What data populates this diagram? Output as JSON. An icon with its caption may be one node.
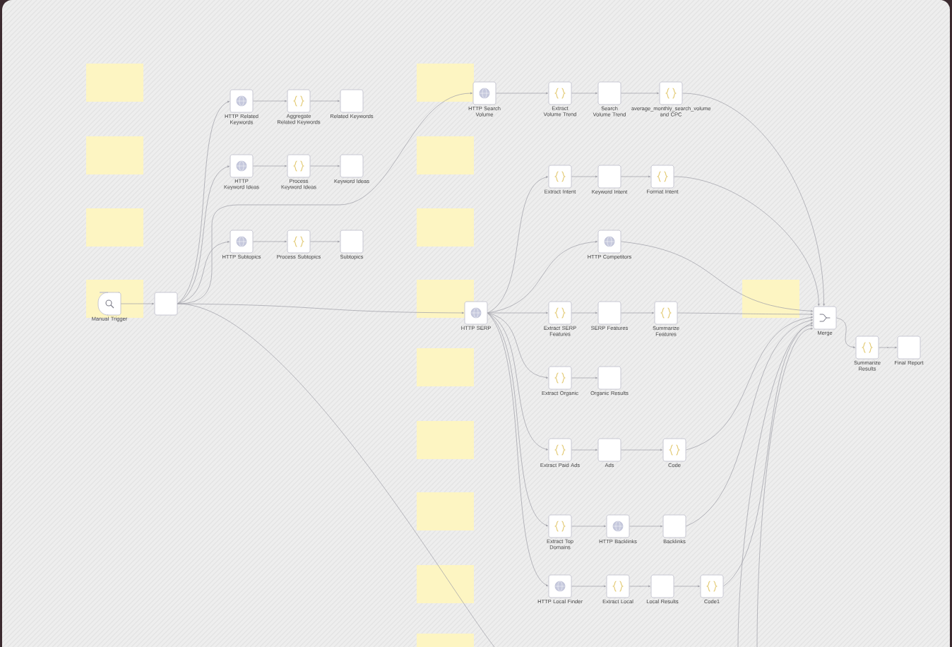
{
  "diagram": {
    "nodes": [
      {
        "text": [
          "Manual Trigger"
        ]
      },
      {
        "text": [],
        "shape": "box"
      },
      {
        "text": [
          "HTTP Related Keywords"
        ]
      },
      {
        "text": [
          "Aggregate Related Keywords"
        ]
      },
      {
        "text": [
          "Related Keywords"
        ]
      },
      {
        "text": [
          "HTTP Keyword Ideas"
        ]
      },
      {
        "text": [
          "Process Keyword Ideas"
        ]
      },
      {
        "text": [
          "Keyword Ideas"
        ]
      },
      {
        "text": [
          "HTTP Subtopics"
        ]
      },
      {
        "text": [
          "Process Subtopics"
        ]
      },
      {
        "text": [
          "Subtopics"
        ]
      },
      {
        "text": [
          "HTTP Search Volume"
        ]
      },
      {
        "text": [
          "Extract Volume Trend"
        ]
      },
      {
        "text": [
          "Search Volume Trend"
        ]
      },
      {
        "text": [
          "average_monthly_search_volume and CPC"
        ]
      },
      {
        "text": [
          "Extract Intent"
        ]
      },
      {
        "text": [
          "Keyword Intent"
        ]
      },
      {
        "text": [
          "Format Intent"
        ]
      },
      {
        "text": [
          "HTTP Competitors"
        ]
      },
      {
        "text": [
          "HTTP SERP"
        ]
      },
      {
        "text": [
          "Extract SERP Features"
        ]
      },
      {
        "text": [
          "SERP Features"
        ]
      },
      {
        "text": [
          "Summarize Features"
        ]
      },
      {
        "text": [
          "Extract Organic"
        ]
      },
      {
        "text": [
          "Organic Results"
        ]
      },
      {
        "text": [
          "Extract Paid Ads"
        ]
      },
      {
        "text": [
          "Ads"
        ]
      },
      {
        "text": [
          "Code"
        ]
      },
      {
        "text": [
          "Extract Top Domains"
        ]
      },
      {
        "text": [
          "HTTP Backlinks"
        ]
      },
      {
        "text": [
          "Backlinks"
        ]
      },
      {
        "text": [
          "HTTP Local Finder"
        ]
      },
      {
        "text": [
          "Extract Local"
        ]
      },
      {
        "text": [
          "Local Results"
        ]
      },
      {
        "text": [
          "Code1"
        ]
      },
      {
        "text": [
          "Merge"
        ]
      },
      {
        "text": [
          "Summarize Results"
        ]
      },
      {
        "text": [
          "Final Report"
        ]
      }
    ],
    "edges": [
      {
        "from": 0,
        "to": 1,
        "arrow": "to"
      },
      {
        "from": 1,
        "to": 2,
        "arrow": "to"
      },
      {
        "from": 1,
        "to": 5,
        "arrow": "to"
      },
      {
        "from": 1,
        "to": 8,
        "arrow": "to"
      },
      {
        "from": 1,
        "to": 11,
        "arrow": "to"
      },
      {
        "from": 1,
        "to": 19,
        "arrow": "to"
      },
      {
        "from": 1,
        "to": null,
        "arrow": "none"
      },
      {
        "from": 2,
        "to": 3,
        "arrow": "to"
      },
      {
        "from": 3,
        "to": 4,
        "arrow": "to"
      },
      {
        "from": 5,
        "to": 6,
        "arrow": "to"
      },
      {
        "from": 6,
        "to": 7,
        "arrow": "to"
      },
      {
        "from": 8,
        "to": 9,
        "arrow": "to"
      },
      {
        "from": 9,
        "to": 10,
        "arrow": "to"
      },
      {
        "from": 11,
        "to": 12,
        "arrow": "to"
      },
      {
        "from": 12,
        "to": 13,
        "arrow": "to"
      },
      {
        "from": 13,
        "to": 14,
        "arrow": "to"
      },
      {
        "from": 19,
        "to": 15,
        "arrow": "to"
      },
      {
        "from": 15,
        "to": 16,
        "arrow": "to"
      },
      {
        "from": 16,
        "to": 17,
        "arrow": "to"
      },
      {
        "from": 19,
        "to": 18,
        "arrow": "to"
      },
      {
        "from": 19,
        "to": 20,
        "arrow": "to"
      },
      {
        "from": 20,
        "to": 21,
        "arrow": "to"
      },
      {
        "from": 21,
        "to": 22,
        "arrow": "to"
      },
      {
        "from": 19,
        "to": 23,
        "arrow": "to"
      },
      {
        "from": 23,
        "to": 24,
        "arrow": "to"
      },
      {
        "from": 19,
        "to": 25,
        "arrow": "to"
      },
      {
        "from": 25,
        "to": 26,
        "arrow": "to"
      },
      {
        "from": 26,
        "to": 27,
        "arrow": "to"
      },
      {
        "from": 19,
        "to": 28,
        "arrow": "to"
      },
      {
        "from": 28,
        "to": 29,
        "arrow": "to"
      },
      {
        "from": 29,
        "to": 30,
        "arrow": "to"
      },
      {
        "from": 19,
        "to": 31,
        "arrow": "to"
      },
      {
        "from": 31,
        "to": 32,
        "arrow": "to"
      },
      {
        "from": 32,
        "to": 33,
        "arrow": "to"
      },
      {
        "from": 33,
        "to": 34,
        "arrow": "to"
      },
      {
        "from": 14,
        "to": 35,
        "arrow": "to"
      },
      {
        "from": 17,
        "to": 35,
        "arrow": "to"
      },
      {
        "from": 18,
        "to": 35,
        "arrow": "to"
      },
      {
        "from": 22,
        "to": 35,
        "arrow": "to"
      },
      {
        "from": 27,
        "to": 35,
        "arrow": "to"
      },
      {
        "from": 30,
        "to": 35,
        "arrow": "to"
      },
      {
        "from": 34,
        "to": 35,
        "arrow": "to"
      },
      {
        "from": null,
        "to": 35,
        "arrow": "to"
      },
      {
        "from": null,
        "to": 35,
        "arrow": "to"
      },
      {
        "from": 35,
        "to": 36,
        "arrow": "to"
      },
      {
        "from": 36,
        "to": 37,
        "arrow": "to"
      }
    ]
  }
}
